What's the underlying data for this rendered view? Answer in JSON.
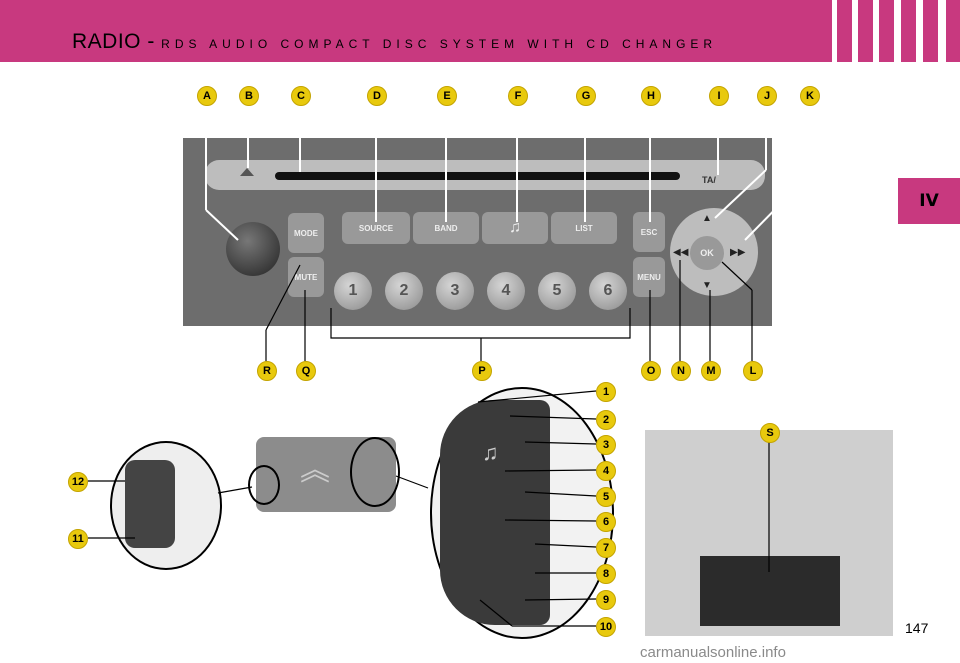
{
  "header": {
    "title_main": "RADIO - ",
    "title_sub": "RDS AUDIO COMPACT DISC SYSTEM WITH CD CHANGER",
    "background_color": "#c8397f"
  },
  "section_tab": {
    "label": "IV",
    "color": "#c8397f"
  },
  "panel_labels": {
    "mode": "MODE",
    "mute": "MUTE",
    "source": "SOURCE",
    "band": "BAND",
    "list": "LIST",
    "esc": "ESC",
    "menu": "MENU",
    "ok": "OK",
    "ta": "TA/"
  },
  "presets": [
    "1",
    "2",
    "3",
    "4",
    "5",
    "6"
  ],
  "callouts_letters": [
    "A",
    "B",
    "C",
    "D",
    "E",
    "F",
    "G",
    "H",
    "I",
    "J",
    "K",
    "L",
    "M",
    "N",
    "O",
    "P",
    "Q",
    "R",
    "S"
  ],
  "callouts_numbers": [
    "1",
    "2",
    "3",
    "4",
    "5",
    "6",
    "7",
    "8",
    "9",
    "10",
    "11",
    "12"
  ],
  "callout_color": "#e8c90d",
  "page_number": "147",
  "watermark": "carmanualsonline.info"
}
